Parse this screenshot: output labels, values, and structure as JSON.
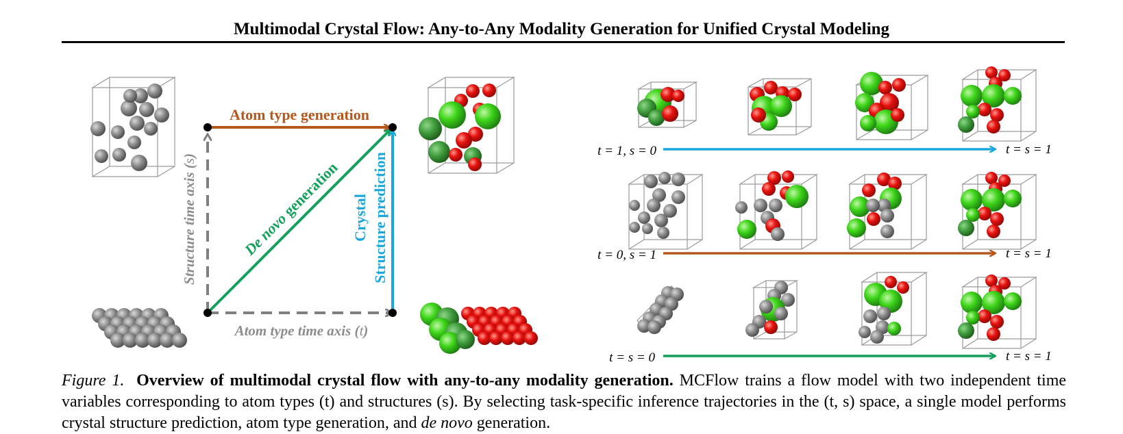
{
  "header": {
    "title": "Multimodal Crystal Flow: Any-to-Any Modality Generation for Unified Crystal Modeling"
  },
  "left_diagram": {
    "atom_type_generation": "Atom type generation",
    "de_novo_italic": "De novo",
    "de_novo_rest": " generation",
    "crystal": "Crystal",
    "structure_prediction": "Structure prediction",
    "structure_axis_prefix": "Structure time axis (",
    "structure_axis_var": "s",
    "structure_axis_suffix": ")",
    "atom_type_axis_prefix": "Atom type time axis (",
    "atom_type_axis_var": "t",
    "atom_type_axis_suffix": ")"
  },
  "right_panel": {
    "rows": [
      {
        "start_label": "t = 1, s = 0",
        "end_label": "t = s = 1",
        "arrow_color": "#1aa7de"
      },
      {
        "start_label": "t = 0, s = 1",
        "end_label": "t = s = 1",
        "arrow_color": "#b5561b"
      },
      {
        "start_label": "t = s = 0",
        "end_label": "t = s = 1",
        "arrow_color": "#12a05a"
      }
    ]
  },
  "caption": {
    "figure_label": "Figure 1.",
    "title": "Overview of multimodal crystal flow with any-to-any modality generation.",
    "body_1": " MCFlow trains a flow model with two independent time variables corresponding to atom types (t) and structures (s). By selecting task-specific inference trajectories in the (t, s) space, a single model performs crystal structure prediction, atom type generation, and ",
    "body_italic": "de novo",
    "body_2": " generation."
  },
  "colors": {
    "orange": "#b5561b",
    "cyan": "#1aa7de",
    "green": "#12a05a",
    "gray": "#7f7f7f",
    "atom_green": "#3fd61a",
    "atom_red": "#e8120f",
    "atom_gray": "#8a8a8a"
  }
}
